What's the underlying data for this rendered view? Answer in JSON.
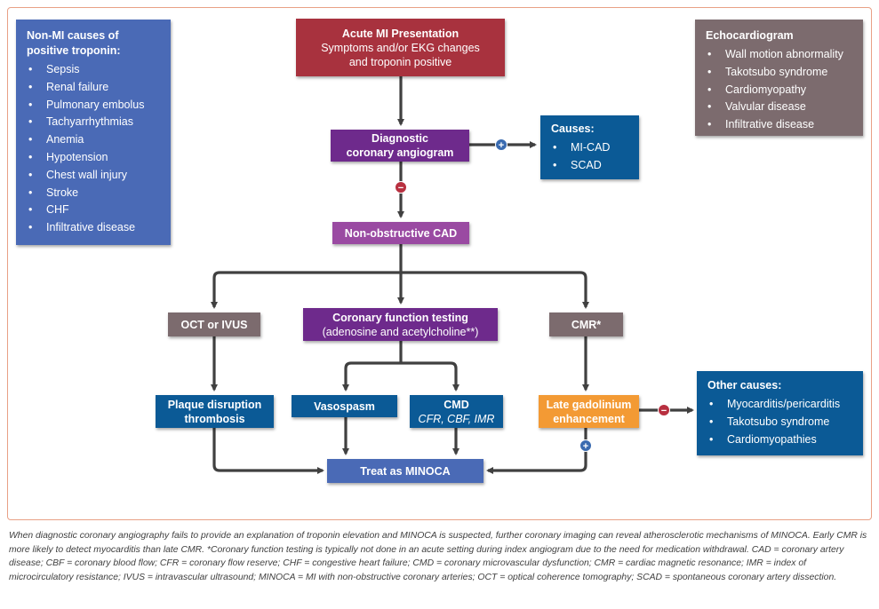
{
  "colors": {
    "frame_border": "#e8a086",
    "acute_box": "#a8323e",
    "diagnostic_box": "#6e2a8c",
    "nonobstructive_box": "#9a4aa2",
    "blue_box": "#0b5a96",
    "light_blue_box": "#4a6ab6",
    "gray_box": "#7c6b6e",
    "orange_box": "#f39a34",
    "arrow": "#404040",
    "plus_badge": "#3a6bb0",
    "minus_badge": "#b83040"
  },
  "non_mi_panel": {
    "title_line1": "Non-MI causes of",
    "title_line2": "positive troponin:",
    "items": [
      "Sepsis",
      "Renal failure",
      "Pulmonary embolus",
      "Tachyarrhythmias",
      "Anemia",
      "Hypotension",
      "Chest wall injury",
      "Stroke",
      "CHF",
      "Infiltrative disease"
    ]
  },
  "echo_panel": {
    "title": "Echocardiogram",
    "items": [
      "Wall motion abnormality",
      "Takotsubo syndrome",
      "Cardiomyopathy",
      "Valvular disease",
      "Infiltrative disease"
    ]
  },
  "acute_mi": {
    "line1": "Acute MI Presentation",
    "line2": "Symptoms and/or EKG changes",
    "line3": "and troponin positive"
  },
  "diagnostic_angiogram": {
    "line1": "Diagnostic",
    "line2": "coronary angiogram"
  },
  "causes_panel": {
    "title": "Causes:",
    "items": [
      "MI-CAD",
      "SCAD"
    ]
  },
  "non_obstructive": "Non-obstructive CAD",
  "oct_ivus": "OCT or IVUS",
  "coronary_function": {
    "line1": "Coronary function testing",
    "line2": "(adenosine and acetylcholine**)"
  },
  "cmr": "CMR*",
  "plaque": {
    "line1": "Plaque disruption",
    "line2": "thrombosis"
  },
  "vasospasm": "Vasospasm",
  "cmd": {
    "title": "CMD",
    "subtitle": "CFR, CBF, IMR"
  },
  "late_gad": {
    "line1": "Late gadolinium",
    "line2": "enhancement"
  },
  "other_causes": {
    "title": "Other causes:",
    "items": [
      "Myocarditis/pericarditis",
      "Takotsubo syndrome",
      "Cardiomyopathies"
    ]
  },
  "treat": "Treat as MINOCA",
  "badges": {
    "plus": "+",
    "minus": "−"
  },
  "caption": "When diagnostic coronary angiography fails to provide an explanation of troponin elevation and MINOCA is suspected, further coronary imaging can reveal atherosclerotic mechanisms of MINOCA. Early CMR is more likely to detect myocarditis than late CMR. *Coronary function testing is typically not done in an acute setting during index angiogram due to the need for medication withdrawal. CAD = coronary artery disease; CBF = coronary blood flow; CFR = coronary flow reserve; CHF = congestive heart failure; CMD = coronary microvascular dysfunction; CMR = cardiac magnetic resonance; IMR = index of microcirculatory resistance; IVUS = intravascular ultrasound; MINOCA = MI with non-obstructive coronary arteries; OCT = optical coherence tomography; SCAD = spontaneous coronary artery dissection."
}
